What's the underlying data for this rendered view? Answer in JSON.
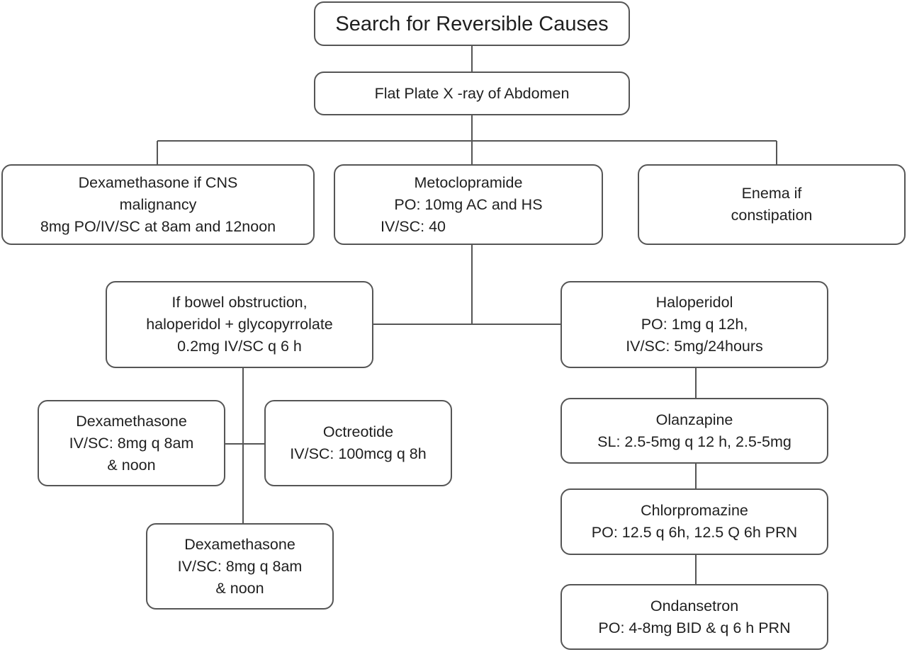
{
  "nodes": {
    "search": {
      "lines": [
        "Search for Reversible Causes"
      ]
    },
    "xray": {
      "lines": [
        "Flat Plate X -ray of Abdomen"
      ]
    },
    "dexa_cns": {
      "lines": [
        "Dexamethasone if CNS",
        "malignancy",
        "8mg PO/IV/SC at 8am and 12noon"
      ]
    },
    "metoclopramide": {
      "lines": [
        "Metoclopramide",
        "PO: 10mg AC and HS",
        "IV/SC: 40"
      ]
    },
    "enema": {
      "lines": [
        "Enema if",
        "constipation"
      ]
    },
    "bowel": {
      "lines": [
        "If bowel obstruction,",
        "haloperidol + glycopyrrolate",
        "0.2mg IV/SC q 6 h"
      ]
    },
    "haloperidol": {
      "lines": [
        "Haloperidol",
        "PO: 1mg q 12h,",
        "IV/SC: 5mg/24hours"
      ]
    },
    "dexa_a": {
      "lines": [
        "Dexamethasone",
        "IV/SC: 8mg q 8am",
        "& noon"
      ]
    },
    "octreotide": {
      "lines": [
        "Octreotide",
        "IV/SC: 100mcg q 8h"
      ]
    },
    "dexa_b": {
      "lines": [
        "Dexamethasone",
        "IV/SC: 8mg q 8am",
        "& noon"
      ]
    },
    "olanzapine": {
      "lines": [
        "Olanzapine",
        "SL: 2.5-5mg q 12 h, 2.5-5mg"
      ]
    },
    "chlorpromazine": {
      "lines": [
        "Chlorpromazine",
        "PO: 12.5 q 6h, 12.5 Q 6h PRN"
      ]
    },
    "ondansetron": {
      "lines": [
        "Ondansetron",
        "PO: 4-8mg BID & q 6 h PRN"
      ]
    }
  }
}
